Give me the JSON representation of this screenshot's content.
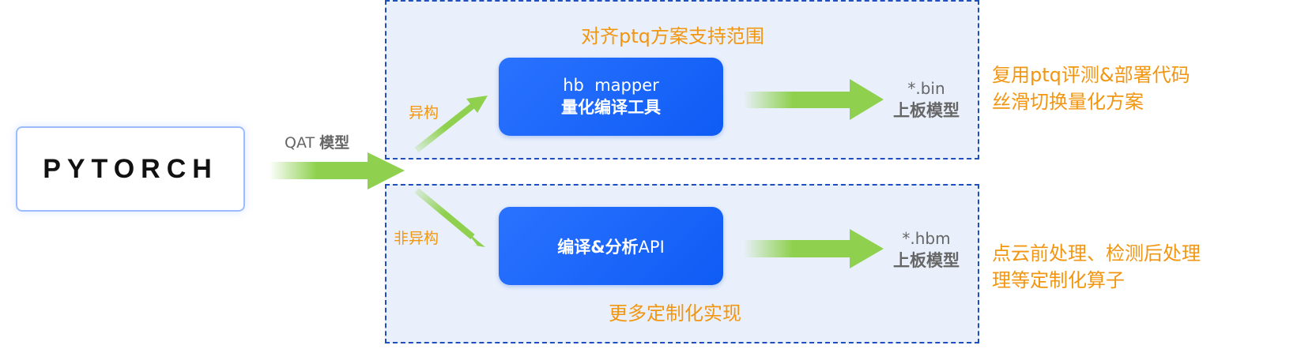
{
  "source": {
    "logo_text": "PYTORCH",
    "label_prefix": "QAT ",
    "label_bold": "模型"
  },
  "top": {
    "title": "对齐ptq方案支持范围",
    "branch": "异构",
    "box_line1": "hb  mapper",
    "box_line2": "量化编译工具",
    "output_ext": "*.bin",
    "output_label": "上板模型",
    "note_line1": "复用ptq评测&部署代码",
    "note_line2": "丝滑切换量化方案"
  },
  "bottom": {
    "title": "更多定制化实现",
    "branch": "非异构",
    "box_bold1": "编译&",
    "box_bold2": "分析",
    "box_normal": "API",
    "output_ext": "*.hbm",
    "output_label": "上板模型",
    "note_line1": "点云前处理、检测后处理",
    "note_line2": "理等定制化算子"
  },
  "colors": {
    "arrow": "#8fd14f",
    "accent": "#f29611",
    "box": "#1a66ff",
    "border": "#1f4fbf"
  }
}
